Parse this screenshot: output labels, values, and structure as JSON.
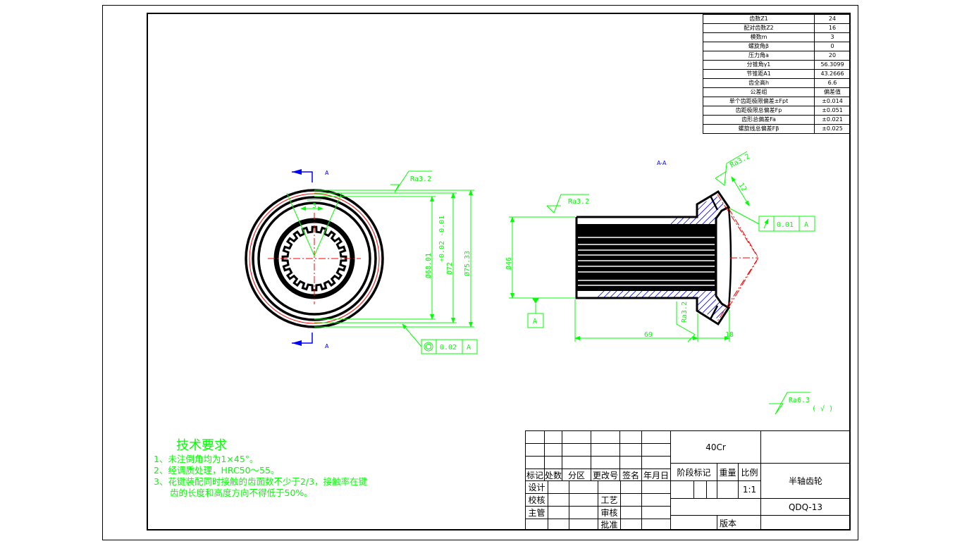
{
  "params_table": [
    [
      "齿数Z1",
      "24"
    ],
    [
      "配对齿数Z2",
      "16"
    ],
    [
      "模数m",
      "3"
    ],
    [
      "螺旋角β",
      "0"
    ],
    [
      "压力角a",
      "20"
    ],
    [
      "分锥角γ1",
      "56.3099"
    ],
    [
      "节锥距A1",
      "43.2666"
    ],
    [
      "齿全高h",
      "6.6"
    ],
    [
      "公差组",
      "偏差值"
    ],
    [
      "单个齿距极限偏差±Fpt",
      "±0.014"
    ],
    [
      "齿距极限总偏差Fp",
      "±0.051"
    ],
    [
      "齿形总偏差Fa",
      "±0.021"
    ],
    [
      "螺旋线总偏差Fβ",
      "±0.025"
    ]
  ],
  "title_block": {
    "revision_headers": [
      "标记",
      "处数",
      "分区",
      "更改号",
      "签名",
      "年月日"
    ],
    "roles": [
      "设计",
      "校核",
      "主管"
    ],
    "roles_right": [
      "工艺",
      "审核",
      "批准"
    ],
    "material": "40Cr",
    "stage_label": "阶段标记",
    "weight_label": "重量",
    "scale_label": "比例",
    "scale": "1:1",
    "part_name": "半轴齿轮",
    "drawing_no": "QDQ-13",
    "version_label": "版本"
  },
  "tech_requirements": {
    "title": "技术要求",
    "items": [
      "1、未注倒角均为1×45°。",
      "2、经调质处理，HRC50～55。",
      "3、花键装配同时接触的齿面数不少于2/3，接触率在键",
      "齿的长度和高度方向不得低于50%。"
    ]
  },
  "annotations": {
    "section_label": "A",
    "section_view_title": "A-A",
    "ra32": "Ra3.2",
    "ra63": "Ra6.3",
    "ra_general": "( √ )",
    "d68": "Ø68.01",
    "d72": "Ø72",
    "d72_tol": "+0.02 -0.01",
    "d75": "Ø75.33",
    "spline_dim": "3",
    "runout_value": "0.02",
    "datum": "A",
    "d46": "Ø46",
    "len69": "69",
    "len18": "18",
    "len12": "12",
    "slant_value": "0.01"
  }
}
